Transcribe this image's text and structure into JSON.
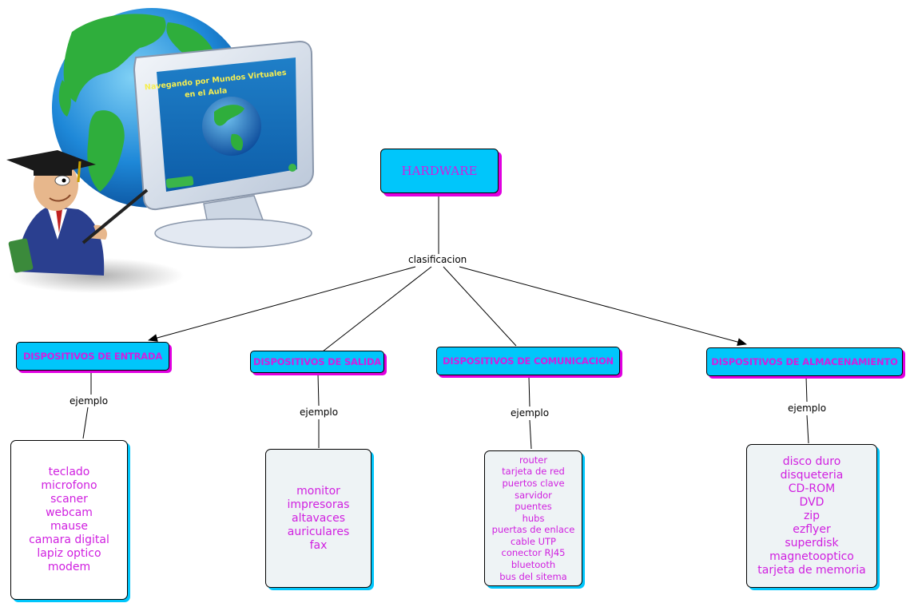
{
  "root": {
    "title": "HARDWARE",
    "relation": "clasificacion"
  },
  "categories": [
    {
      "title": "DISPOSITIVOS DE ENTRADA",
      "relation": "ejemplo",
      "items": [
        "teclado",
        "microfono",
        "scaner",
        "webcam",
        "mause",
        "camara digital",
        "lapiz optico",
        "modem"
      ]
    },
    {
      "title": "DISPOSITIVOS DE SALIDA",
      "relation": "ejemplo",
      "items": [
        "monitor",
        "impresoras",
        "altavaces",
        "auriculares",
        "fax"
      ]
    },
    {
      "title": "DISPOSITIVOS DE COMUNICACION",
      "relation": "ejemplo",
      "items": [
        "router",
        "tarjeta de red",
        "puertos clave",
        "sarvidor",
        "puentes",
        "hubs",
        "puertas de enlace",
        "cable UTP",
        "conector RJ45",
        "bluetooth",
        "bus del sitema"
      ]
    },
    {
      "title": "DISPOSITIVOS DE ALMACENAMIENTO",
      "relation": "ejemplo",
      "items": [
        "disco duro",
        "disqueteria",
        "CD-ROM",
        "DVD",
        "zip",
        "ezflyer",
        "superdisk",
        "magnetooptico",
        "tarjeta de memoria"
      ]
    }
  ],
  "clipart": {
    "screen_text": "Navegando por Mundos Virtuales en el Aula"
  },
  "colors": {
    "node_fill": "#00c6fb",
    "node_text": "#d020e0",
    "shadow": "#e000e0",
    "box_fill_alt": "#eef3f5"
  }
}
